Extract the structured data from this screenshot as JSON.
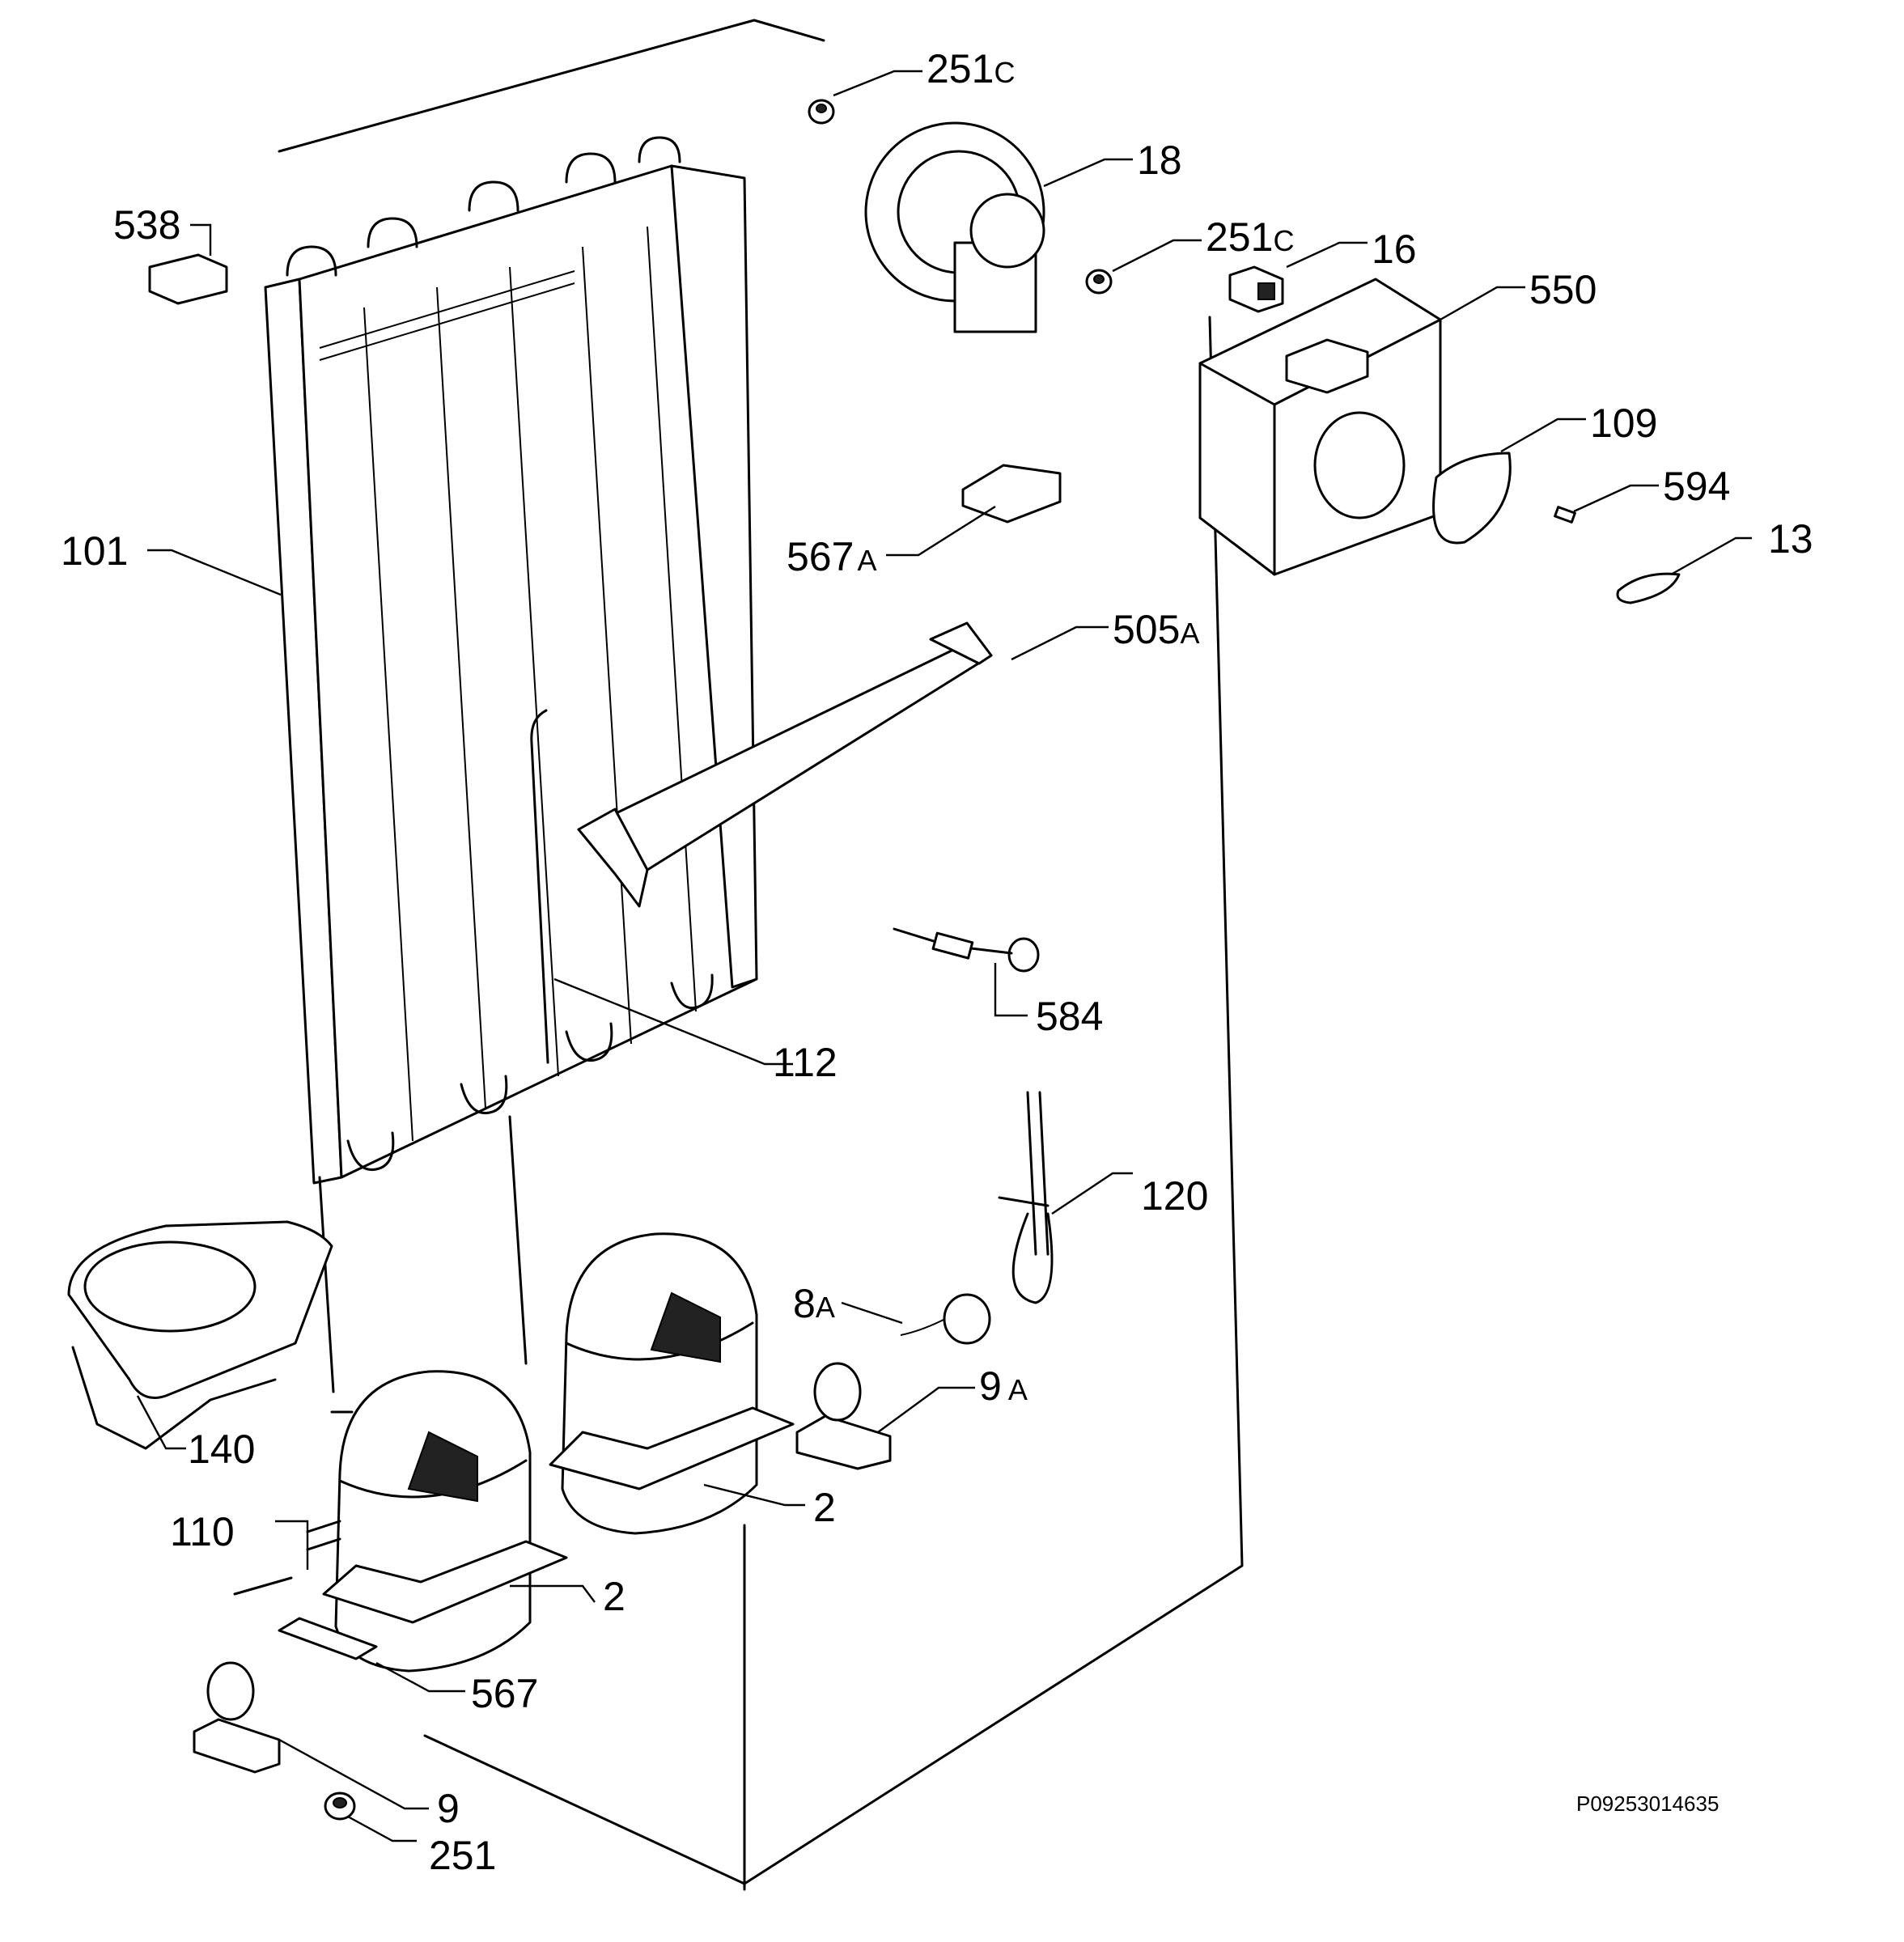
{
  "labels": {
    "l251c_top": {
      "num": "251",
      "suffix": "C"
    },
    "l18": {
      "num": "18"
    },
    "l538": {
      "num": "538"
    },
    "l251c_mid": {
      "num": "251",
      "suffix": "C"
    },
    "l16": {
      "num": "16"
    },
    "l550": {
      "num": "550"
    },
    "l109": {
      "num": "109"
    },
    "l594": {
      "num": "594"
    },
    "l13": {
      "num": "13"
    },
    "l101": {
      "num": "101"
    },
    "l567a": {
      "num": "567",
      "suffix": "A"
    },
    "l505a": {
      "num": "505",
      "suffix": "A"
    },
    "l584": {
      "num": "584"
    },
    "l112": {
      "num": "112"
    },
    "l120": {
      "num": "120"
    },
    "l8a": {
      "num": "8",
      "suffix": "A"
    },
    "l9a": {
      "num": "9",
      "suffix": "A"
    },
    "l140": {
      "num": "140"
    },
    "l2_right": {
      "num": "2"
    },
    "l110": {
      "num": "110"
    },
    "l2_left": {
      "num": "2"
    },
    "l567": {
      "num": "567"
    },
    "l9": {
      "num": "9"
    },
    "l251": {
      "num": "251"
    }
  },
  "drawing_code": "P09253014635"
}
